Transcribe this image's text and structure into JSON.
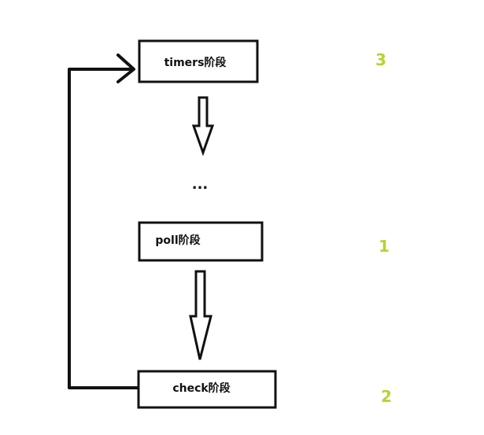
{
  "nodes": {
    "timers": {
      "label": "timers阶段",
      "order": "3"
    },
    "gap": {
      "label": "..."
    },
    "poll": {
      "label": "poll阶段",
      "order": "1"
    },
    "check": {
      "label": "check阶段",
      "order": "2"
    }
  },
  "colors": {
    "stroke": "#111111",
    "order_number": "#b5d431"
  }
}
